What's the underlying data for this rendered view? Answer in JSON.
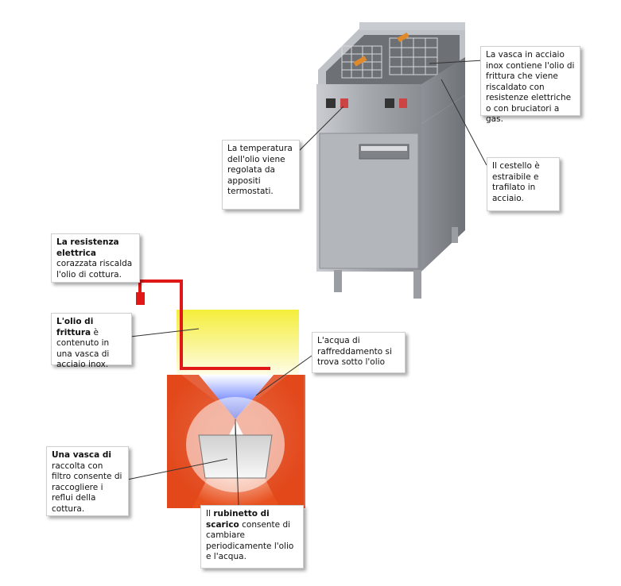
{
  "callouts": {
    "vasca_inox": {
      "text": "La vasca in acciaio inox contiene l'olio di frittura che viene riscaldato con resistenze elettriche o con bruciatori a gas."
    },
    "temperatura": {
      "text": "La temperatura dell'olio viene regolata da appositi termostati."
    },
    "cestello": {
      "text": "Il cestello è estraibile e trafilato in acciaio."
    },
    "resistenza": {
      "bold": "La resistenza elettrica",
      "text": " corazzata riscalda l'olio di cottura."
    },
    "olio_frittura": {
      "bold": "L'olio di frittura",
      "text": " è contenuto in una vasca di acciaio inox."
    },
    "acqua": {
      "text": "L'acqua di raffreddamento si trova sotto l'olio"
    },
    "vasca_raccolta": {
      "bold": "Una vasca di",
      "text": " raccolta con filtro consente di raccogliere i reflui della cottura."
    },
    "rubinetto_pre": {
      "text": "Il "
    },
    "rubinetto": {
      "bold": "rubinetto di scarico",
      "text": " consente di cambiare periodicamente l'olio e l'acqua."
    }
  },
  "colors": {
    "oil": "#f7f35a",
    "heater": "#e01818",
    "cone": "#e8501e",
    "water": "#2233cc",
    "steel": "#a8abb0"
  },
  "icons": [
    "fryer-illustration",
    "fryer-cross-section"
  ]
}
